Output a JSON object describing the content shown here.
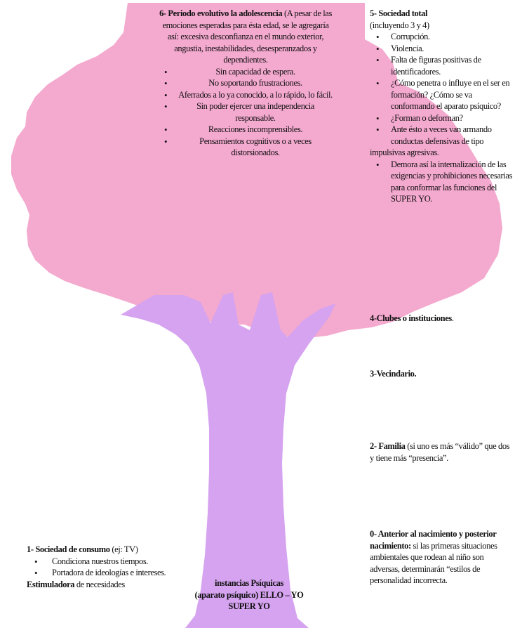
{
  "colors": {
    "canopy": "#f4a9cf",
    "trunk": "#d6a3f0"
  },
  "block6": {
    "title": "6- Periodo evolutivo la adolescencia",
    "intro": " (A pesar de las emociones esperadas para ésta edad, se le agregaría así: excesiva desconfianza en el mundo exterior, angustia, inestabilidades, desesperanzados y dependientes.",
    "items": [
      "Sin capacidad de espera.",
      "No soportando frustraciones.",
      "Aferrados a lo ya conocido, a lo rápido, lo fácil.",
      "Sin poder ejercer una independencia responsable.",
      "Reacciones incomprensibles.",
      "Pensamientos cognitivos o a veces distorsionados."
    ]
  },
  "block5": {
    "title": "5- Sociedad total",
    "subtitle": "(incluyendo 3 y 4)",
    "items": [
      "Corrupción.",
      "Violencia.",
      "Falta de figuras positivas de identificadores.",
      "¿Cómo penetra o influye en el ser en formación? ¿Cómo se va conformando el aparato psíquico?",
      "¿Forman o deforman?",
      "Ante ésto a veces van armando conductas defensivas de tipo"
    ],
    "continuation": "impulsivas agresivas.",
    "last_item": "Demora así la internalización de las exigencias y prohibiciones necesarias para conformar las funciones del SUPER YO."
  },
  "block4": {
    "label": "4-Clubes o instituciones",
    "suffix": "."
  },
  "block3": {
    "label": "3-Vecindario."
  },
  "block2": {
    "label": "2- Familia",
    "text": " (si uno es más “válido” que dos y tiene más “presencia”."
  },
  "block0": {
    "label": "0- Anterior al nacimiento y posterior nacimiento:",
    "text": " si las primeras situaciones ambientales que rodean al niño son adversas, determinarán “estilos de personalidad incorrecta."
  },
  "block1": {
    "title": "1- Sociedad de consumo",
    "title_suffix": " (ej: TV)",
    "items": [
      "Condiciona nuestros tiempos.",
      "Portadora de ideologías e intereses."
    ],
    "footer_bold": "Estimuladora",
    "footer_rest": " de necesidades"
  },
  "center": {
    "line1": "instancias Psíquicas",
    "line2": "(aparato psíquico) ELLO – YO",
    "line3": "SUPER YO"
  }
}
